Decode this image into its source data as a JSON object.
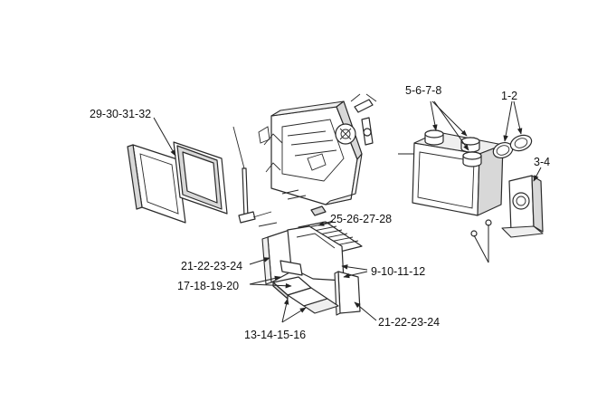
{
  "callouts": {
    "c1": "29-30-31-32",
    "c2": "5-6-7-8",
    "c3": "1-2",
    "c4": "3-4",
    "c5": "25-26-27-28",
    "c6": "21-22-23-24",
    "c7": "9-10-11-12",
    "c8": "17-18-19-20",
    "c9": "21-22-23-24",
    "c10": "13-14-15-16"
  }
}
